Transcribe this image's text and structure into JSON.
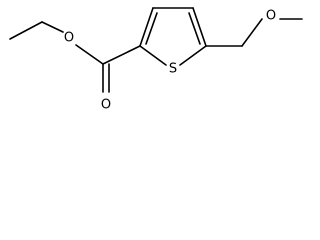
{
  "molecule": {
    "atoms": {
      "sulfur": "S",
      "ester_carbonyl_oxygen": "O",
      "ester_ether_oxygen": "O",
      "methoxy_oxygen": "O"
    }
  }
}
